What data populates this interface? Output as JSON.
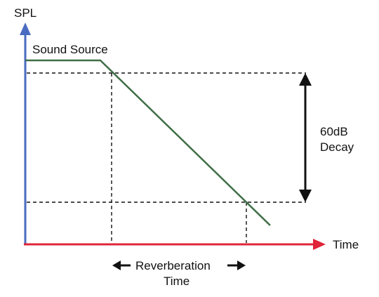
{
  "axes": {
    "y_label": "SPL",
    "x_label": "Time",
    "y_color": "#4a6cc0",
    "x_color": "#e0243a"
  },
  "curve": {
    "label": "Sound Source",
    "color": "#3f6e46"
  },
  "decay": {
    "line1": "60dB",
    "line2": "Decay"
  },
  "reverb": {
    "line1": "Reverberation",
    "line2": "Time"
  },
  "colors": {
    "dashed": "#111111",
    "arrows": "#111111",
    "background": "#ffffff"
  }
}
